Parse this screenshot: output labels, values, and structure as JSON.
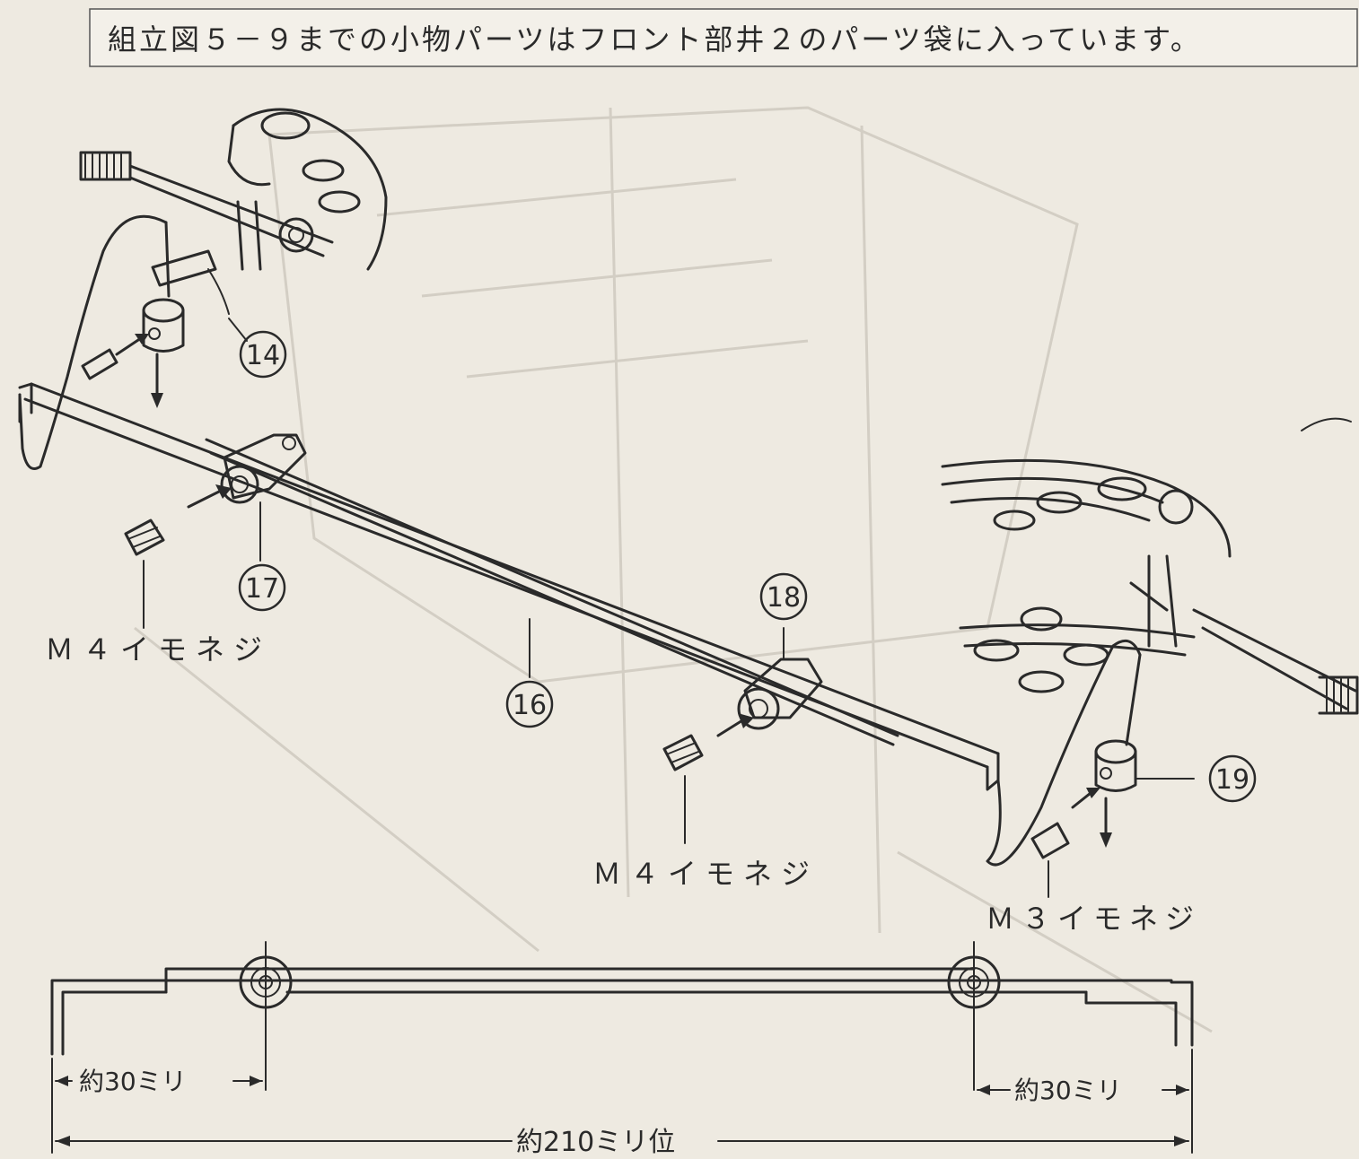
{
  "header": {
    "note": "組立図５－９までの小物パーツはフロント部井２のパーツ袋に入っています。"
  },
  "parts": {
    "p14": "14",
    "p16": "16",
    "p17": "17",
    "p18": "18",
    "p19": "19"
  },
  "screws": {
    "left": "Ｍ４イモネジ",
    "middle": "Ｍ４イモネジ",
    "right": "Ｍ３イモネジ"
  },
  "dimensions": {
    "left_offset": "約30ミリ",
    "right_offset": "約30ミリ",
    "total_length": "約210ミリ位"
  }
}
